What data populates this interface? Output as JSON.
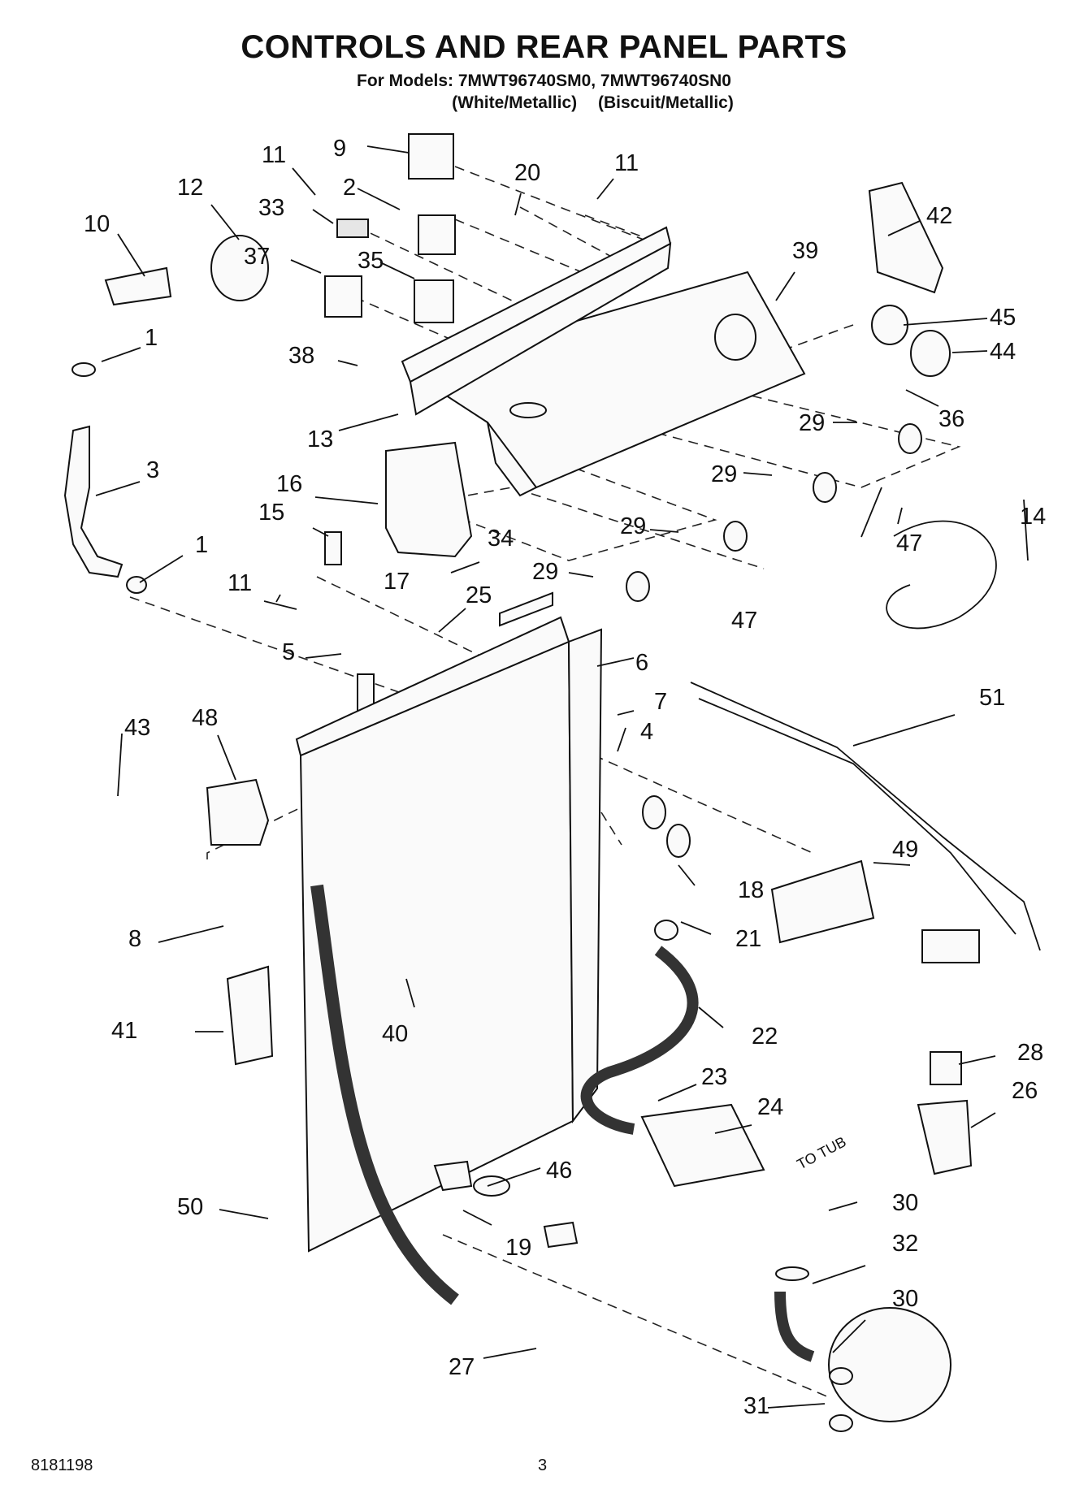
{
  "header": {
    "title": "CONTROLS AND REAR PANEL PARTS",
    "models_line": "For Models: 7MWT96740SM0, 7MWT96740SN0",
    "variants": [
      "(White/Metallic)",
      "(Biscuit/Metallic)"
    ]
  },
  "callouts": [
    {
      "id": "c11a",
      "text": "11"
    },
    {
      "id": "c9",
      "text": "9"
    },
    {
      "id": "c20",
      "text": "20"
    },
    {
      "id": "c11b",
      "text": "11"
    },
    {
      "id": "c12",
      "text": "12"
    },
    {
      "id": "c2",
      "text": "2"
    },
    {
      "id": "c42",
      "text": "42"
    },
    {
      "id": "c10",
      "text": "10"
    },
    {
      "id": "c33",
      "text": "33"
    },
    {
      "id": "c39",
      "text": "39"
    },
    {
      "id": "c37",
      "text": "37"
    },
    {
      "id": "c35",
      "text": "35"
    },
    {
      "id": "c1a",
      "text": "1"
    },
    {
      "id": "c45",
      "text": "45"
    },
    {
      "id": "c44",
      "text": "44"
    },
    {
      "id": "c38",
      "text": "38"
    },
    {
      "id": "c36",
      "text": "36"
    },
    {
      "id": "c29a",
      "text": "29"
    },
    {
      "id": "c13",
      "text": "13"
    },
    {
      "id": "c3",
      "text": "3"
    },
    {
      "id": "c29b",
      "text": "29"
    },
    {
      "id": "c16",
      "text": "16"
    },
    {
      "id": "c14",
      "text": "14"
    },
    {
      "id": "c15",
      "text": "15"
    },
    {
      "id": "c29c",
      "text": "29"
    },
    {
      "id": "c47a",
      "text": "47"
    },
    {
      "id": "c34",
      "text": "34"
    },
    {
      "id": "c1b",
      "text": "1"
    },
    {
      "id": "c29d",
      "text": "29"
    },
    {
      "id": "c11c",
      "text": "11"
    },
    {
      "id": "c17",
      "text": "17"
    },
    {
      "id": "c25",
      "text": "25"
    },
    {
      "id": "c47b",
      "text": "47"
    },
    {
      "id": "c5",
      "text": "5"
    },
    {
      "id": "c6",
      "text": "6"
    },
    {
      "id": "c51",
      "text": "51"
    },
    {
      "id": "c43",
      "text": "43"
    },
    {
      "id": "c48",
      "text": "48"
    },
    {
      "id": "c7",
      "text": "7"
    },
    {
      "id": "c4",
      "text": "4"
    },
    {
      "id": "c49",
      "text": "49"
    },
    {
      "id": "c18",
      "text": "18"
    },
    {
      "id": "c8",
      "text": "8"
    },
    {
      "id": "c21",
      "text": "21"
    },
    {
      "id": "c41",
      "text": "41"
    },
    {
      "id": "c40",
      "text": "40"
    },
    {
      "id": "c22",
      "text": "22"
    },
    {
      "id": "c28",
      "text": "28"
    },
    {
      "id": "c23",
      "text": "23"
    },
    {
      "id": "c26",
      "text": "26"
    },
    {
      "id": "c24",
      "text": "24"
    },
    {
      "id": "c46",
      "text": "46"
    },
    {
      "id": "c30a",
      "text": "30"
    },
    {
      "id": "c50",
      "text": "50"
    },
    {
      "id": "c19",
      "text": "19"
    },
    {
      "id": "c32",
      "text": "32"
    },
    {
      "id": "c30b",
      "text": "30"
    },
    {
      "id": "c27",
      "text": "27"
    },
    {
      "id": "c31",
      "text": "31"
    }
  ],
  "annotations": {
    "to_tub": "TO TUB"
  },
  "footer": {
    "doc_number": "8181198",
    "page_number": "3"
  }
}
